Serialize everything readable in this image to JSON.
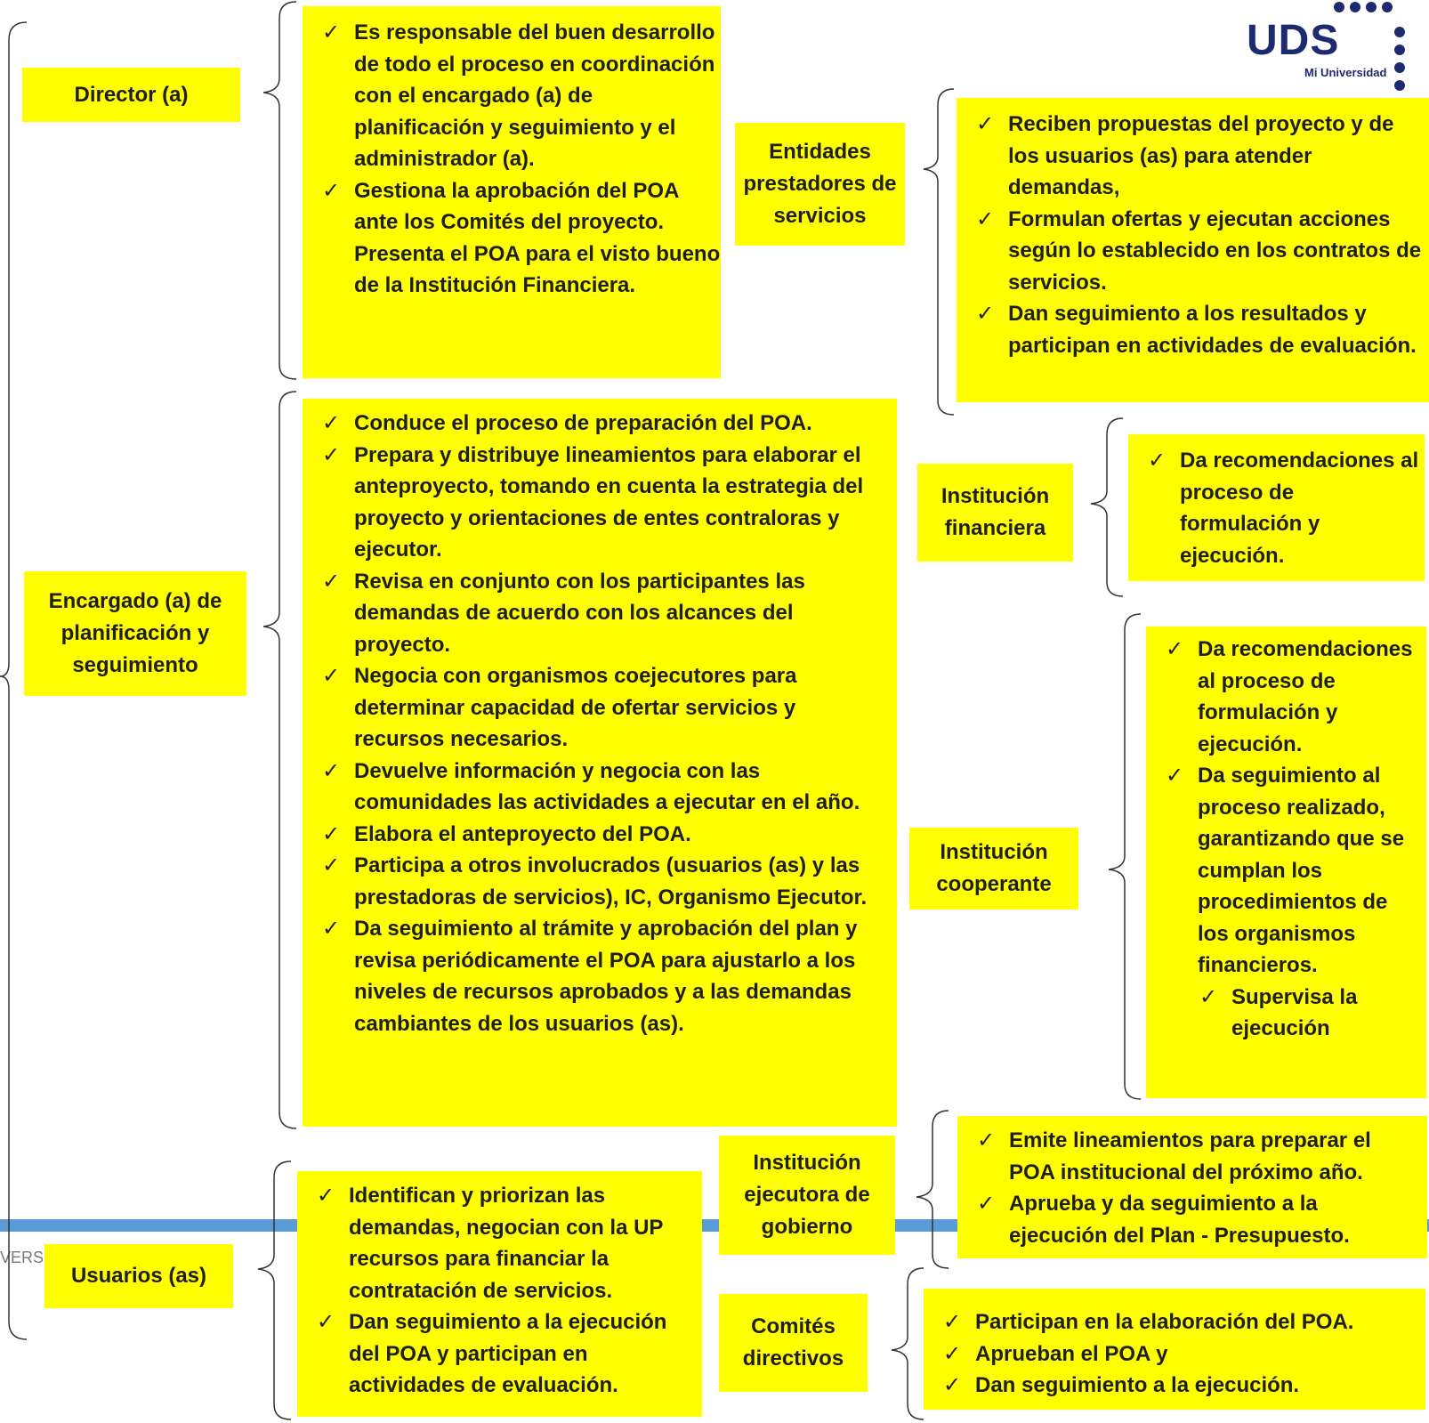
{
  "roles": {
    "director": "Director (a)",
    "planificacion": "Encargado (a) de planificación y seguimiento",
    "usuarios": "Usuarios (as)",
    "entidades": "Entidades prestadores de servicios",
    "financiera": "Institución financiera",
    "cooperante": "Institución cooperante",
    "ejecutora": "Institución ejecutora de gobierno",
    "comites": "Comités directivos"
  },
  "checkmark": "✓",
  "director_items": [
    "Es responsable del buen desarrollo de todo el proceso en coordinación con el encargado (a) de planificación y seguimiento y el administrador (a).",
    "Gestiona la aprobación del POA ante los Comités del proyecto. Presenta el POA para el visto bueno de la Institución Financiera."
  ],
  "planificacion_items": [
    "Conduce el proceso de preparación del POA.",
    "Prepara y distribuye lineamientos para elaborar el anteproyecto, tomando en cuenta la estrategia del proyecto y orientaciones de entes contraloras y ejecutor.",
    "Revisa en conjunto con los participantes las demandas de acuerdo con los alcances del proyecto.",
    "Negocia con organismos coejecutores para determinar capacidad de ofertar servicios y recursos necesarios.",
    "Devuelve información y negocia con las comunidades las actividades a ejecutar en el año.",
    "Elabora el anteproyecto del POA.",
    "Participa a otros involucrados (usuarios (as) y las prestadoras de servicios), IC, Organismo Ejecutor.",
    "Da seguimiento al trámite y aprobación del plan y revisa periódicamente el POA para ajustarlo a los niveles de recursos aprobados y a las demandas cambiantes de los usuarios (as)."
  ],
  "usuarios_items": [
    "Identifican y priorizan las demandas, negocian con la UP recursos para financiar la contratación de servicios.",
    "Dan seguimiento a la ejecución del POA y participan en actividades de evaluación."
  ],
  "entidades_items": [
    "Reciben propuestas del proyecto y de los usuarios (as) para atender demandas,",
    "Formulan ofertas y ejecutan acciones según lo establecido en los contratos de servicios.",
    "Dan seguimiento a los resultados y participan en actividades de evaluación."
  ],
  "financiera_items": [
    "Da recomendaciones al proceso de formulación y ejecución."
  ],
  "cooperante_items": [
    "Da recomendaciones al proceso de formulación y ejecución.",
    "Da seguimiento al proceso realizado, garantizando que se cumplan los procedimientos de los organismos financieros."
  ],
  "cooperante_subitem": "Supervisa la ejecución",
  "ejecutora_items": [
    "Emite lineamientos para preparar el POA institucional del próximo año.",
    "Aprueba y da seguimiento a la ejecución del Plan - Presupuesto."
  ],
  "comites_items": [
    "Participan en la elaboración del POA.",
    "Aprueban el POA y",
    "Dan seguimiento a la ejecución."
  ],
  "logo": {
    "name": "UDS",
    "tagline": "Mi Universidad"
  },
  "footer_fragment": "VERSID",
  "colors": {
    "box": "#ffff00",
    "bar": "#5b9bd5",
    "logo": "#1d2b6e"
  }
}
